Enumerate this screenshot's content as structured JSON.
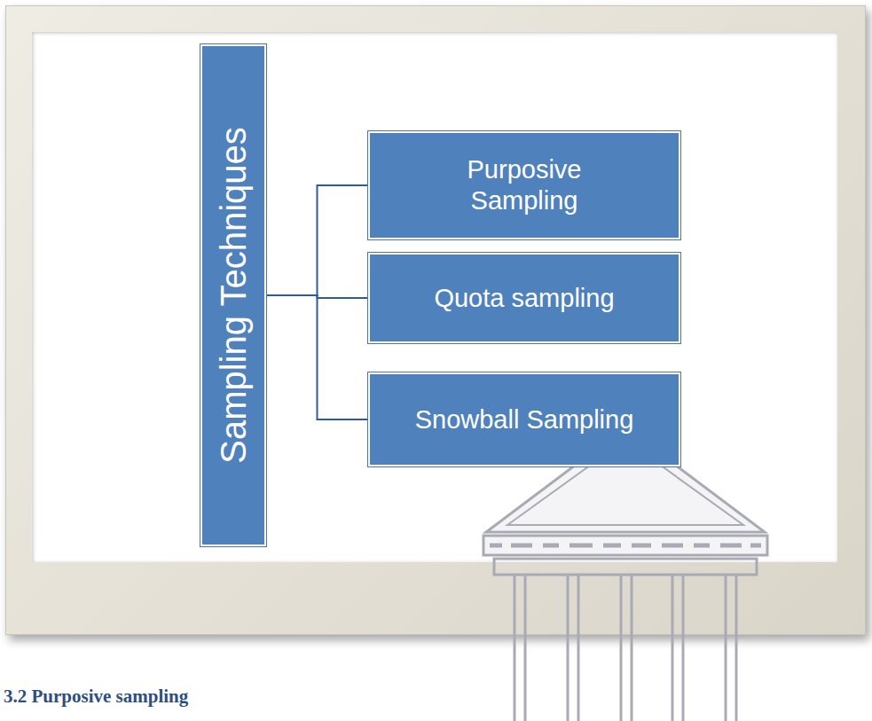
{
  "diagram": {
    "nodes": [
      {
        "text": [
          "Sampling Techniques"
        ]
      },
      {
        "text": [
          "Purposive Sampling"
        ]
      },
      {
        "text": [
          "Quota sampling"
        ]
      },
      {
        "text": [
          "Snowball Sampling"
        ]
      }
    ],
    "edges": [
      {
        "from": 0,
        "to": 1,
        "arrow": "none"
      },
      {
        "from": 0,
        "to": 2,
        "arrow": "none"
      },
      {
        "from": 0,
        "to": 3,
        "arrow": "none"
      }
    ],
    "labels": [
      "3.2 Purposive sampling"
    ]
  }
}
